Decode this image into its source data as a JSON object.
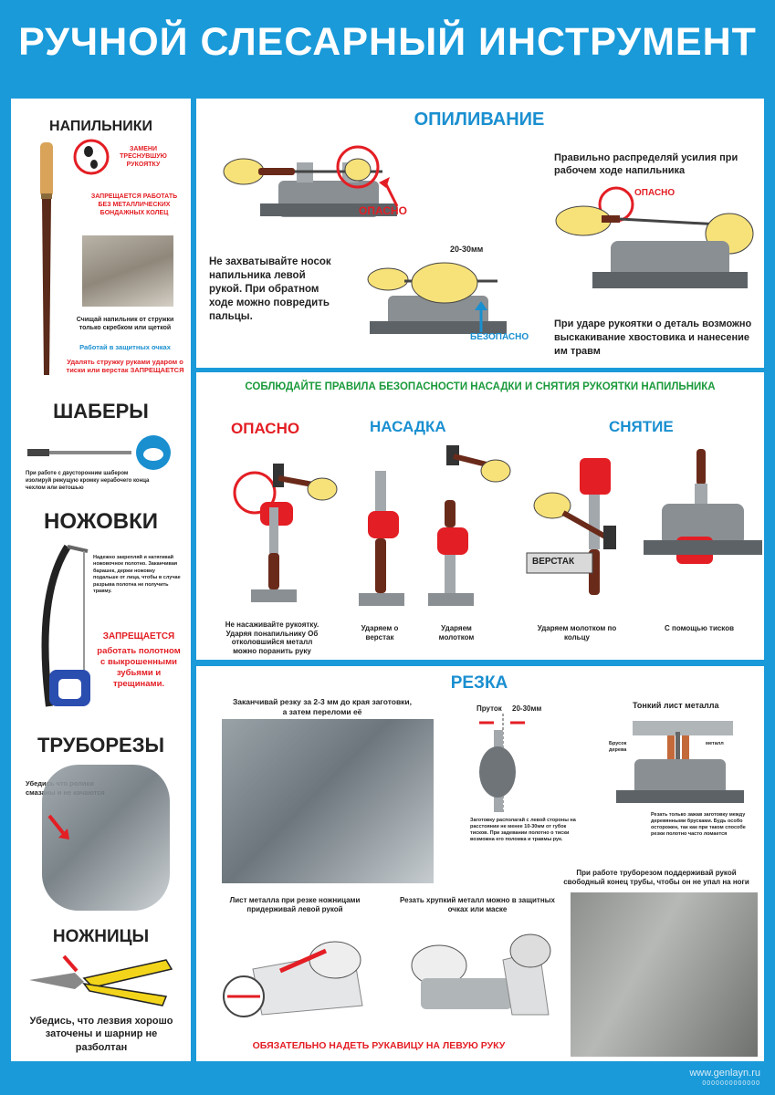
{
  "title": "РУЧНОЙ СЛЕСАРНЫЙ ИНСТРУМЕНТ",
  "left": {
    "files": {
      "heading": "НАПИЛЬНИКИ",
      "sign_text": "ЗАМЕНИ ТРЕСНУВШУЮ РУКОЯТКУ",
      "warning": "ЗАПРЕЩАЕТСЯ РАБОТАТЬ БЕЗ МЕТАЛЛИЧЕСКИХ БОНДАЖНЫХ КОЛЕЦ",
      "clean": "Счищай напильник от стружки только скребком или щеткой",
      "goggles": "Работай в защитных очках",
      "chips": "Удалять стружку руками ударом о тиски или верстак ЗАПРЕЩАЕТСЯ"
    },
    "scrapers": {
      "heading": "ШАБЕРЫ",
      "text": "При работе с двусторонним шабером изолируй режущую кромку нерабочего конца чехлом или ветошью"
    },
    "saws": {
      "heading": "НОЖОВКИ",
      "text": "Надежно закрепляй и натягивай ножовочное полотно. Заканчивая барашек, держи ножовку подальше от лица, чтобы в случае разрыва полотна не получить травму.",
      "forbidden": "ЗАПРЕЩАЕТСЯ",
      "forbidden_detail": "работать полотном с выкрошенными зубьями и трещинами."
    },
    "pipe_cutters": {
      "heading": "ТРУБОРЕЗЫ",
      "text": "Убедись что ролики смазаны и не качаются"
    },
    "scissors": {
      "heading": "НОЖНИЦЫ",
      "text": "Убедись, что лезвия хорошо заточены и шарнир не разболтан"
    }
  },
  "filing": {
    "heading": "ОПИЛИВАНИЕ",
    "danger1": "ОПАСНО",
    "dont_grab": "Не захватывайте носок напильника левой рукой. При обратном ходе можно повредить пальцы.",
    "gap": "20-30мм",
    "safe": "БЕЗОПАСНО",
    "distribute": "Правильно распределяй усилия при рабочем ходе напильника",
    "danger2": "ОПАСНО",
    "impact": "При ударе рукоятки о деталь возможно выскакивание хвостовика и нанесение им травм"
  },
  "handle": {
    "heading": "СОБЛЮДАЙТЕ ПРАВИЛА БЕЗОПАСНОСТИ НАСАДКИ И СНЯТИЯ РУКОЯТКИ НАПИЛЬНИКА",
    "danger": "ОПАСНО",
    "fit": "НАСАДКА",
    "removal": "СНЯТИЕ",
    "workbench": "ВЕРСТАК",
    "cap_danger": "Не насаживайте рукоятку. Ударяя понапильнику Об отколовшийся металл можно поранить руку",
    "cap_bench": "Ударяем о верстак",
    "cap_hammer": "Ударяем молотком",
    "cap_ring": "Ударяем молотком по кольцу",
    "cap_vise": "С помощью тисков"
  },
  "cutting": {
    "heading": "РЕЗКА",
    "finish": "Заканчивай резку за 2-3 мм до края заготовки, а затем переломи её",
    "rod": "Пруток",
    "gap": "20-30мм",
    "rod_text": "Заготовку располагай с левой стороны на расстоянии не менее 10-30мм от губок тисков. При задевании полотно о тиски возможна его поломка и травмы рук.",
    "sheet_title": "Тонкий лист металла",
    "wood": "Брусок дерева",
    "metal": "металл",
    "sheet_text": "Резать только зажав заготовку между деревянными брусками. Будь особо осторожен, так как при таком способе резки полотно часто ломается",
    "pipe_text": "При работе труборезом поддерживай рукой свободный конец трубы, чтобы он не упал на ноги",
    "shears": "Лист металла при резке ножницами придерживай левой рукой",
    "brittle": "Резать хрупкий металл можно в защитных очках или маске",
    "glove": "ОБЯЗАТЕЛЬНО НАДЕТЬ РУКАВИЦУ НА ЛЕВУЮ РУКУ"
  },
  "footer": {
    "site": "www.genlayn.ru",
    "code": "0000000000000"
  },
  "colors": {
    "brand_blue": "#1a9ad9",
    "danger_red": "#e31e24",
    "green": "#1b9a3c"
  }
}
